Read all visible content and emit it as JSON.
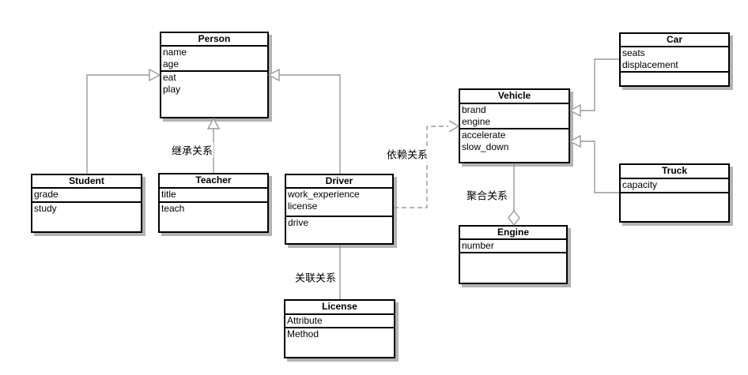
{
  "diagram": {
    "type": "uml-class-diagram",
    "classes": [
      {
        "id": "person",
        "title": "Person",
        "attributes": [
          "name",
          "age"
        ],
        "methods": [
          "eat",
          "play"
        ]
      },
      {
        "id": "student",
        "title": "Student",
        "attributes": [
          "grade"
        ],
        "methods": [
          "study"
        ]
      },
      {
        "id": "teacher",
        "title": "Teacher",
        "attributes": [
          "title"
        ],
        "methods": [
          "teach"
        ]
      },
      {
        "id": "driver",
        "title": "Driver",
        "attributes": [
          "work_experience",
          "license"
        ],
        "methods": [
          "drive"
        ]
      },
      {
        "id": "license",
        "title": "License",
        "attributes": [
          "Attribute"
        ],
        "methods": [
          "Method"
        ]
      },
      {
        "id": "vehicle",
        "title": "Vehicle",
        "attributes": [
          "brand",
          "engine"
        ],
        "methods": [
          "accelerate",
          "slow_down"
        ]
      },
      {
        "id": "engine",
        "title": "Engine",
        "attributes": [
          "number"
        ],
        "methods": []
      },
      {
        "id": "car",
        "title": "Car",
        "attributes": [
          "seats",
          "displacement"
        ],
        "methods": []
      },
      {
        "id": "truck",
        "title": "Truck",
        "attributes": [
          "capacity"
        ],
        "methods": []
      }
    ],
    "relations": [
      {
        "type": "inheritance",
        "from": "Student",
        "to": "Person",
        "label": ""
      },
      {
        "type": "inheritance",
        "from": "Teacher",
        "to": "Person",
        "label": "继承关系"
      },
      {
        "type": "inheritance",
        "from": "Driver",
        "to": "Person",
        "label": ""
      },
      {
        "type": "association",
        "from": "Driver",
        "to": "License",
        "label": "关联关系"
      },
      {
        "type": "dependency",
        "from": "Driver",
        "to": "Vehicle",
        "label": "依赖关系"
      },
      {
        "type": "aggregation",
        "from": "Vehicle",
        "to": "Engine",
        "label": "聚合关系"
      },
      {
        "type": "inheritance",
        "from": "Car",
        "to": "Vehicle",
        "label": ""
      },
      {
        "type": "inheritance",
        "from": "Truck",
        "to": "Vehicle",
        "label": ""
      }
    ],
    "colors": {
      "line": "#999999",
      "border": "#000000",
      "fill": "#ffffff",
      "shadow": "#b3b3b3",
      "text": "#000000"
    }
  }
}
